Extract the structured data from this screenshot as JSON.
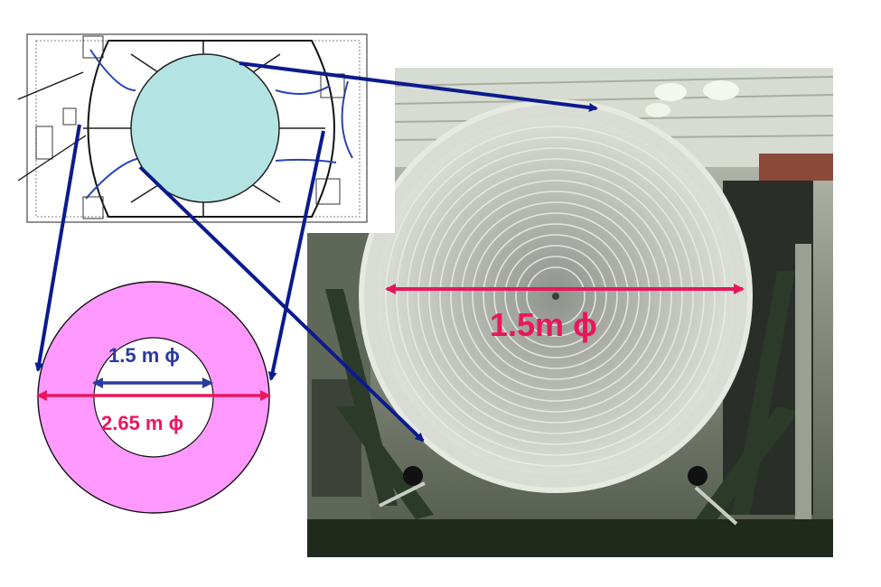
{
  "labels": {
    "inner_diameter": "1.5 m ϕ",
    "outer_diameter": "2.65 m ϕ",
    "lens_diameter": "1.5m ϕ"
  },
  "colors": {
    "arrow_blue": "#0b1a8f",
    "dimension_pink": "#e8175d",
    "annulus_fill": "#ff99ff",
    "lens_fill": "#b3e3e3",
    "photo_frame": "#1f2a1c"
  },
  "icons": {
    "technical_drawing": "mechanical-drawing",
    "lens_photo": "fresnel-lens-photo"
  }
}
